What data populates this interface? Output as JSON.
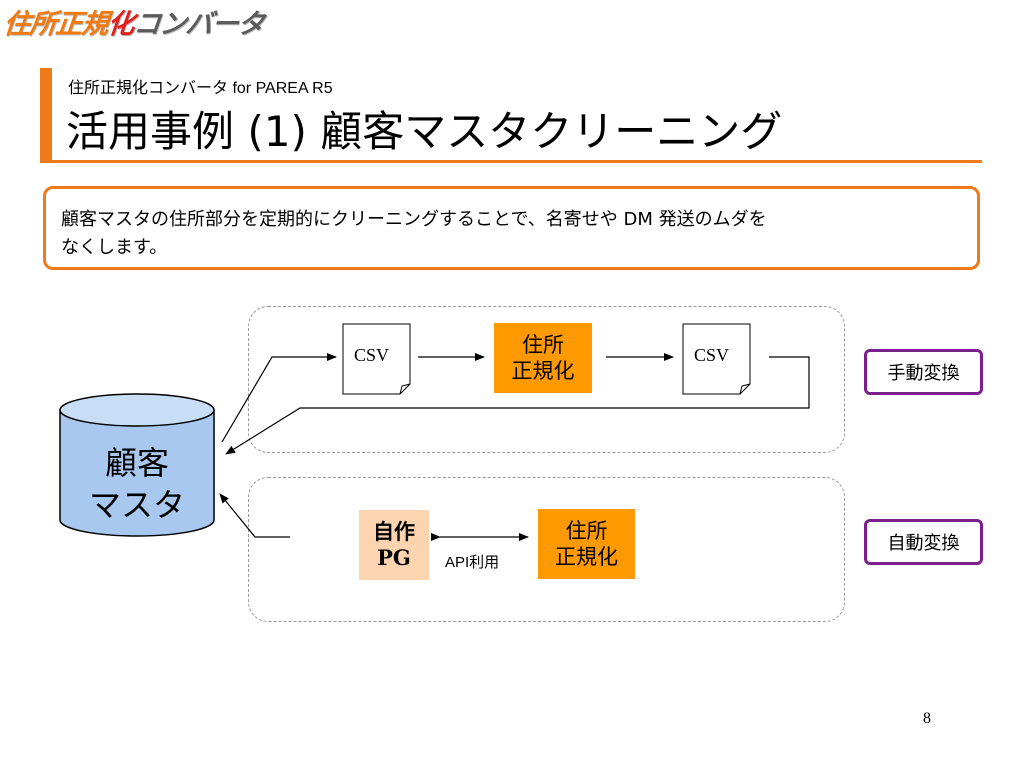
{
  "logo": {
    "part1": "住所正規",
    "part2": "化",
    "part3": "コンバータ"
  },
  "header": {
    "subtitle": "住所正規化コンバータ for PAREA R5",
    "title": "活用事例 (1) 顧客マスタクリーニング"
  },
  "description": {
    "line1": "顧客マスタの住所部分を定期的にクリーニングすることで、名寄せや DM 発送のムダを",
    "line2": "なくします。"
  },
  "diagram": {
    "database": {
      "line1": "顧客",
      "line2": "マスタ"
    },
    "csv_in": "CSV",
    "csv_out": "CSV",
    "normalizer_top": {
      "line1": "住所",
      "line2": "正規化"
    },
    "normalizer_bottom": {
      "line1": "住所",
      "line2": "正規化"
    },
    "custom_pg": {
      "line1": "自作",
      "line2": "PG"
    },
    "api_label": "API利用",
    "manual_label": "手動変換",
    "auto_label": "自動変換"
  },
  "colors": {
    "accent": "#f07a1a",
    "normalizer_fill": "#ff9900",
    "pg_fill": "#fcd5b0",
    "db_fill": "#a9c8f0",
    "label_border": "#7b1f8c"
  },
  "page_number": "8"
}
